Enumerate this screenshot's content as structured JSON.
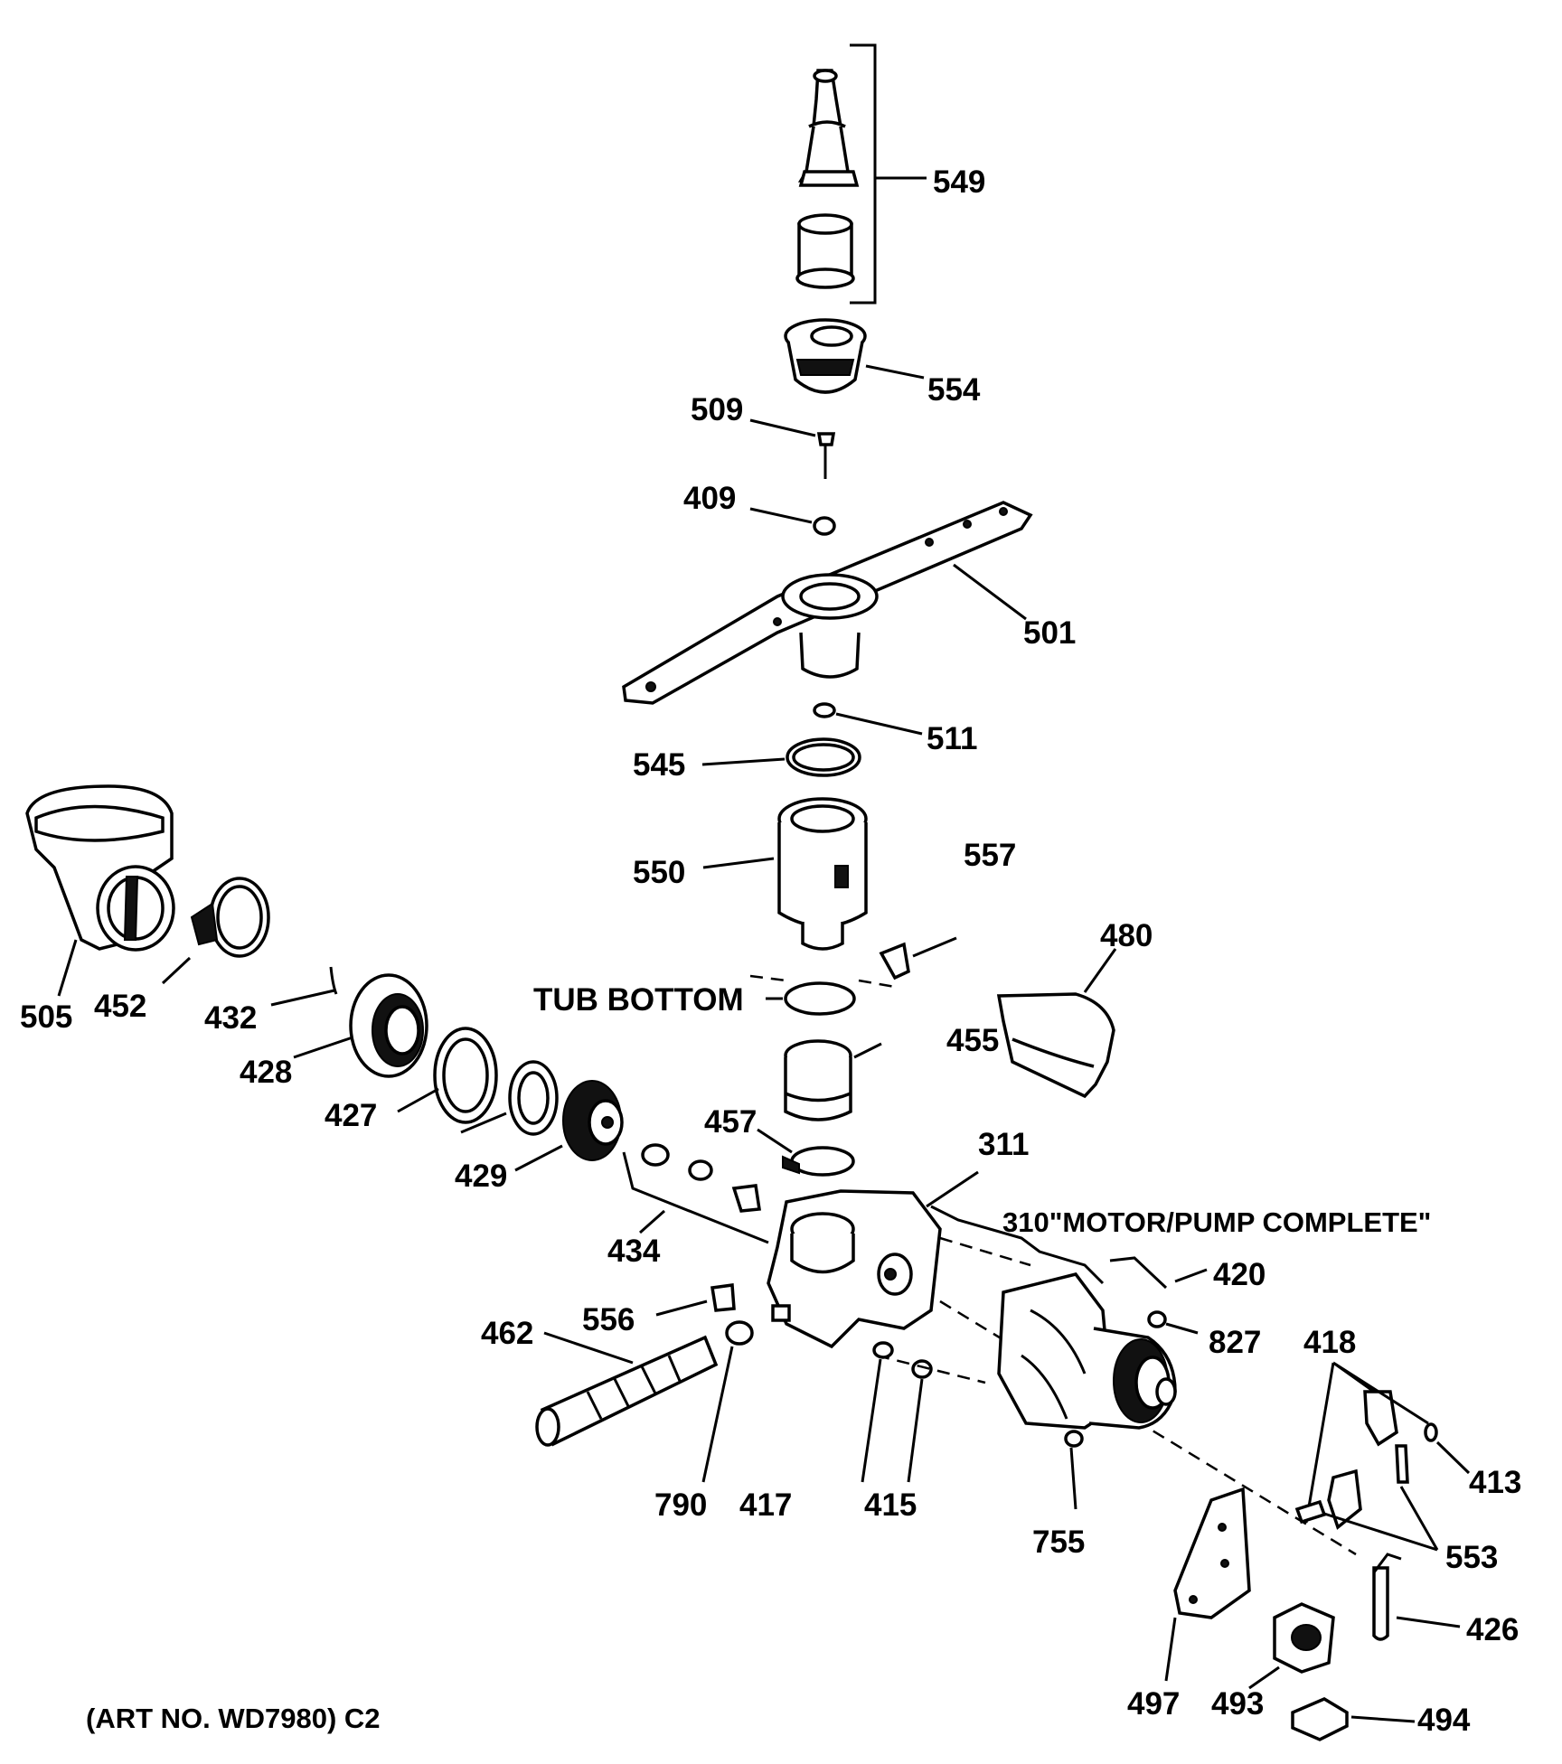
{
  "diagram": {
    "labels": {
      "p549": "549",
      "p554": "554",
      "p509": "509",
      "p409": "409",
      "p501": "501",
      "p511": "511",
      "p545": "545",
      "p550": "550",
      "p557": "557",
      "p480": "480",
      "tub_bottom": "TUB BOTTOM",
      "p505": "505",
      "p452": "452",
      "p432": "432",
      "p428": "428",
      "p427": "427",
      "p429": "429",
      "p455": "455",
      "p457": "457",
      "p311": "311",
      "p310": "310\"MOTOR/PUMP COMPLETE\"",
      "p434": "434",
      "p420": "420",
      "p827": "827",
      "p418": "418",
      "p556": "556",
      "p462": "462",
      "p413": "413",
      "p790": "790",
      "p417": "417",
      "p415": "415",
      "p755": "755",
      "p553": "553",
      "p426": "426",
      "p497": "497",
      "p493": "493",
      "p494": "494"
    },
    "art_number": "(ART NO. WD7980) C2"
  }
}
